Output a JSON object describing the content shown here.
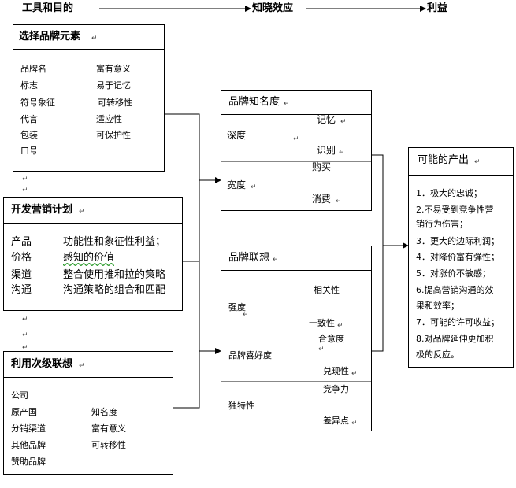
{
  "top_flow": [
    "工具和目的",
    "知晓效应",
    "利益"
  ],
  "para_mark": "↵",
  "box_elements": {
    "title": "选择品牌元素",
    "elements": [
      "品牌名",
      "标志",
      "符号象征",
      "代言",
      "包装",
      "口号"
    ],
    "criteria": [
      "富有意义",
      "易于记忆",
      "可转移性",
      "适应性",
      "可保护性"
    ]
  },
  "box_marketing": {
    "title": "开发营销计划",
    "rows": [
      {
        "left": "产品",
        "right": "功能性和象征性利益；"
      },
      {
        "left": "价格",
        "right": "感知的价值"
      },
      {
        "left": "渠道",
        "right": "整合使用推和拉的策略"
      },
      {
        "left": "沟通",
        "right": "沟通策略的组合和匹配"
      }
    ]
  },
  "box_secondary": {
    "title": "利用次级联想",
    "sources": [
      "公司",
      "原产国",
      "分销渠道",
      "其他品牌",
      "赞助品牌"
    ],
    "results": [
      "知名度",
      "富有意义",
      "可转移性"
    ]
  },
  "box_awareness": {
    "title": "品牌知名度",
    "depth": {
      "label": "深度",
      "items": [
        "记忆",
        "识别"
      ]
    },
    "breadth": {
      "label": "宽度",
      "items": [
        "购买",
        "消费"
      ]
    }
  },
  "box_association": {
    "title": "品牌联想",
    "groups": [
      {
        "label": "强度",
        "items": [
          "相关性",
          "一致性"
        ]
      },
      {
        "label": "品牌喜好度",
        "items": [
          "合意度",
          "兑现性"
        ]
      },
      {
        "label": "独特性",
        "items": [
          "竞争力",
          "差异点"
        ]
      }
    ]
  },
  "box_outcomes": {
    "title": "可能的产出",
    "lines": [
      "1．极大的忠诚；",
      "2.不易受到竞争性营",
      "销行为伤害；",
      "3．更大的边际利润；",
      "4．对降价富有弹性；",
      "5．对涨价不敏感；",
      "6.提高营销沟通的效",
      "果和效率；",
      "7．可能的许可收益；",
      "8.对品牌延伸更加积",
      "极的反应。"
    ]
  }
}
